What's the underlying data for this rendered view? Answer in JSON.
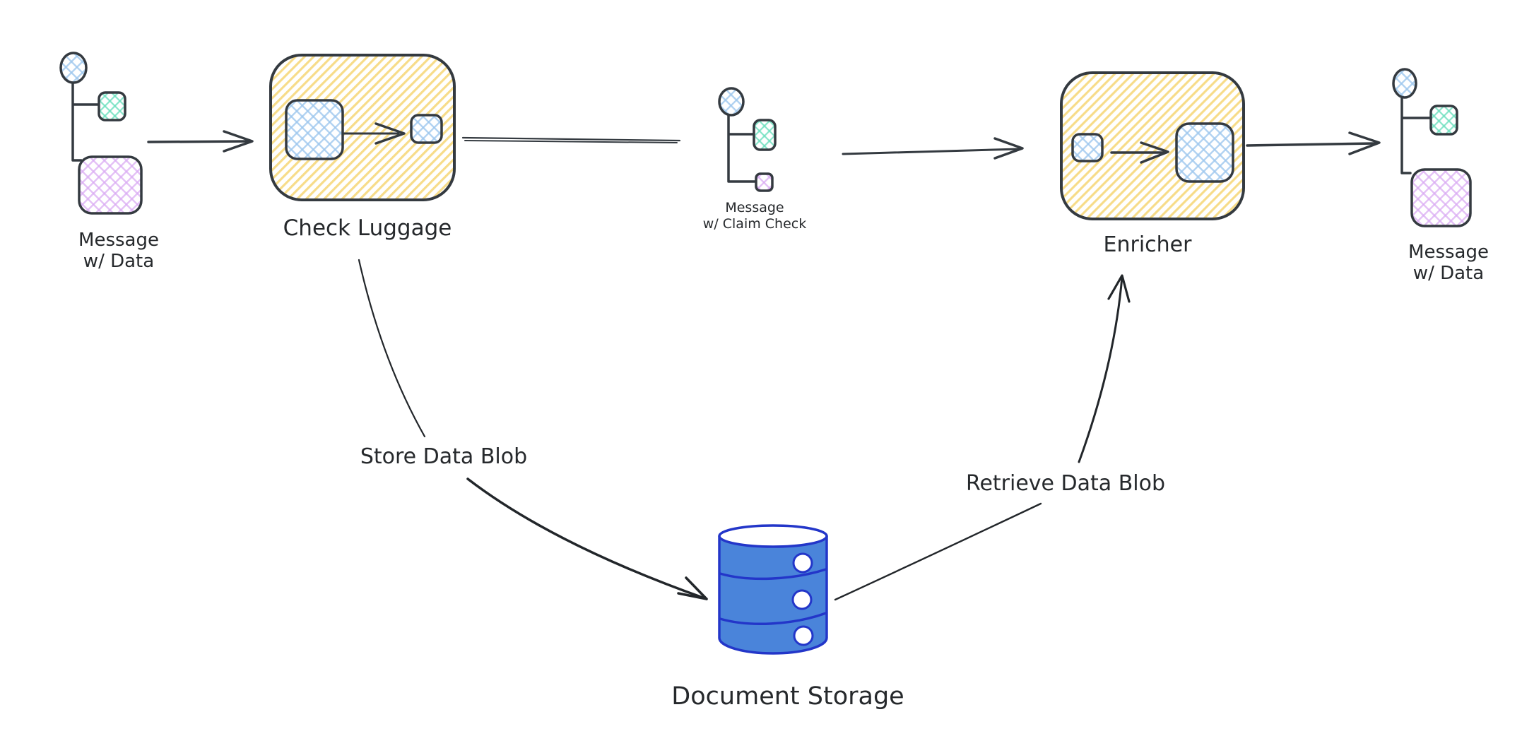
{
  "nodes": {
    "message_left": {
      "line1": "Message",
      "line2": "w/ Data"
    },
    "check_luggage": {
      "label": "Check Luggage"
    },
    "message_middle": {
      "line1": "Message",
      "line2": "w/ Claim Check"
    },
    "enricher": {
      "label": "Enricher"
    },
    "message_right": {
      "line1": "Message",
      "line2": "w/ Data"
    },
    "document_storage": {
      "label": "Document Storage"
    }
  },
  "edges": {
    "store_data_blob": {
      "label": "Store Data Blob"
    },
    "retrieve_data_blob": {
      "label": "Retrieve Data Blob"
    }
  },
  "icons": {
    "message_icon": "circle-header-with-data-squares",
    "processor_icon": "yellow-rounded-box-with-internal-arrow",
    "database_icon": "blue-cylinder-three-bands"
  },
  "colors": {
    "ink": "#343a40",
    "yellow_hatch": "#f5d36b",
    "blue_hatch": "#9ec7ee",
    "green_hatch": "#69dfbd",
    "purple_hatch": "#d9abf2",
    "database_fill": "#4a84da",
    "database_stroke": "#2336c9",
    "background": "#ffffff"
  }
}
